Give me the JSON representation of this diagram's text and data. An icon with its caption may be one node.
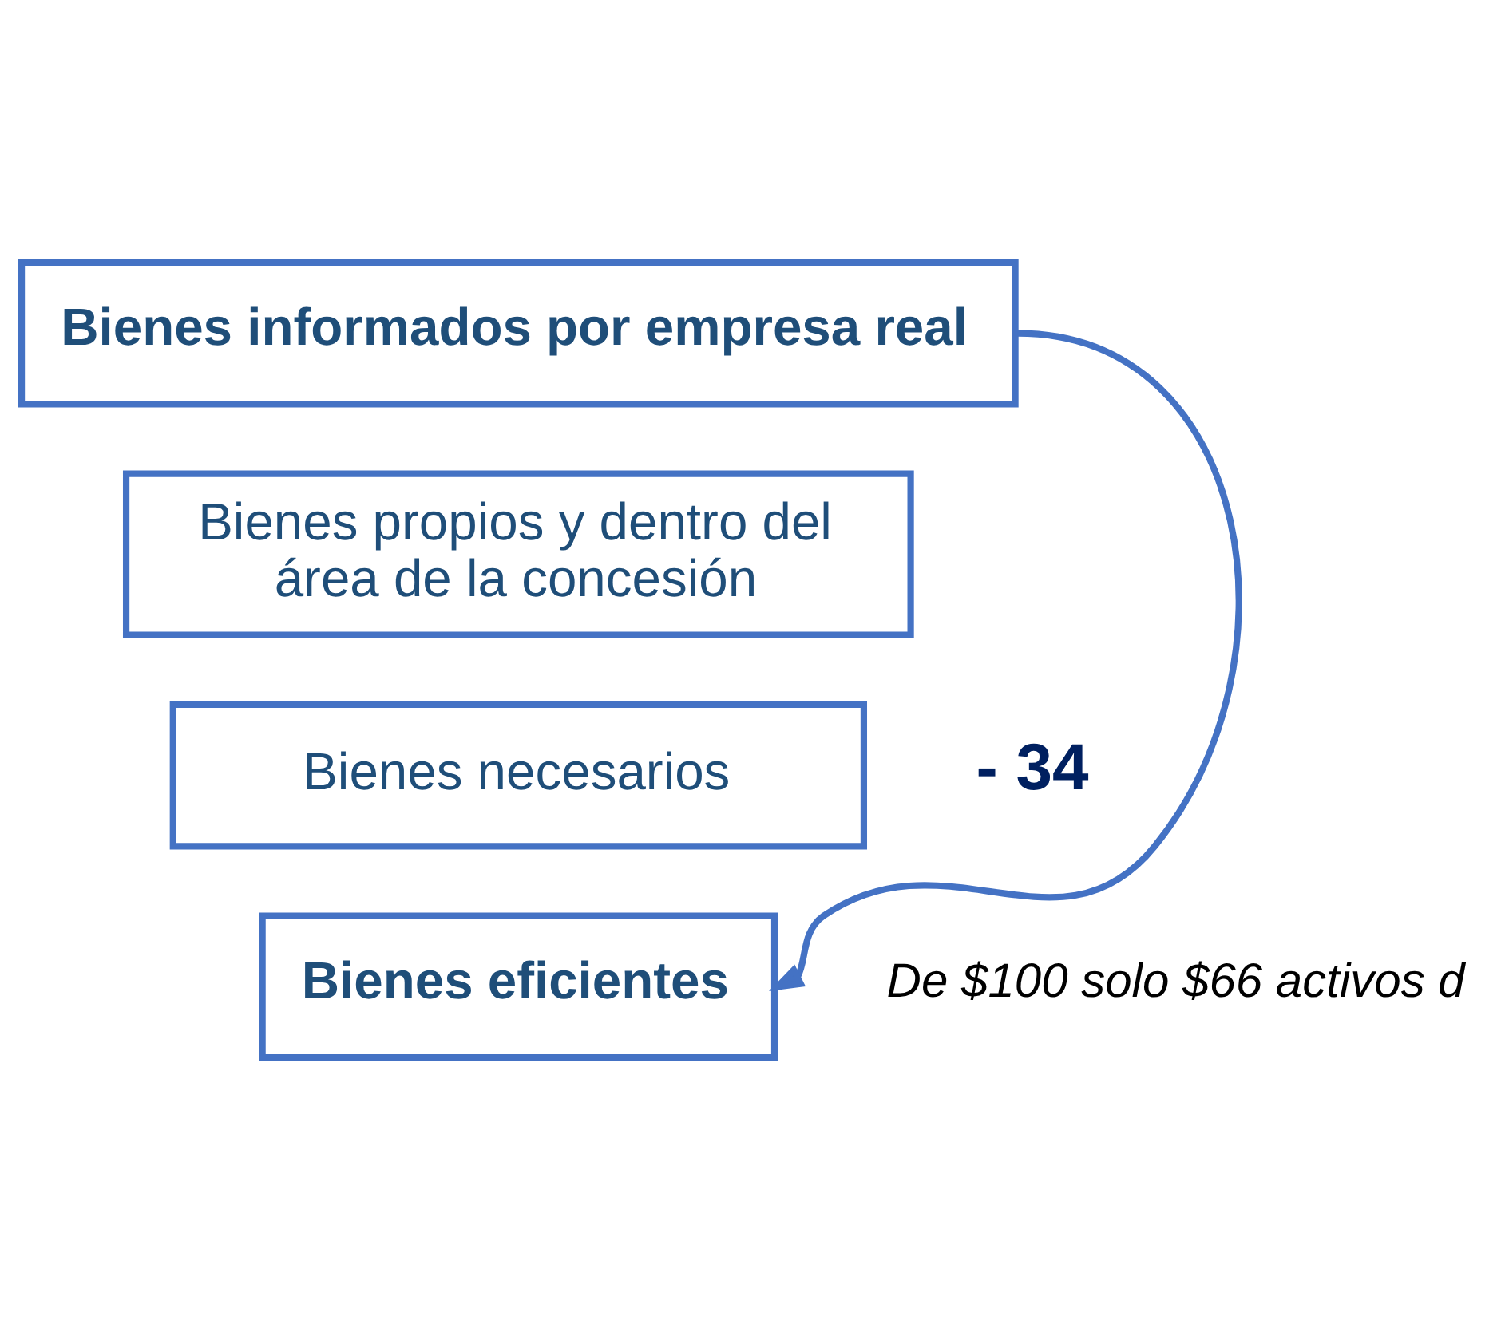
{
  "diagram": {
    "nodes": [
      {
        "text": [
          "Bienes informados por empresa real"
        ]
      },
      {
        "text": [
          "Bienes propios y dentro del área de la concesión"
        ]
      },
      {
        "text": [
          "Bienes necesarios"
        ]
      },
      {
        "text": [
          "Bienes eficientes"
        ]
      }
    ],
    "edges": [
      {
        "from": 0,
        "to": 3,
        "arrow": "to"
      }
    ],
    "labels": [
      "- 34",
      "De $100 solo $66 activos d"
    ]
  }
}
